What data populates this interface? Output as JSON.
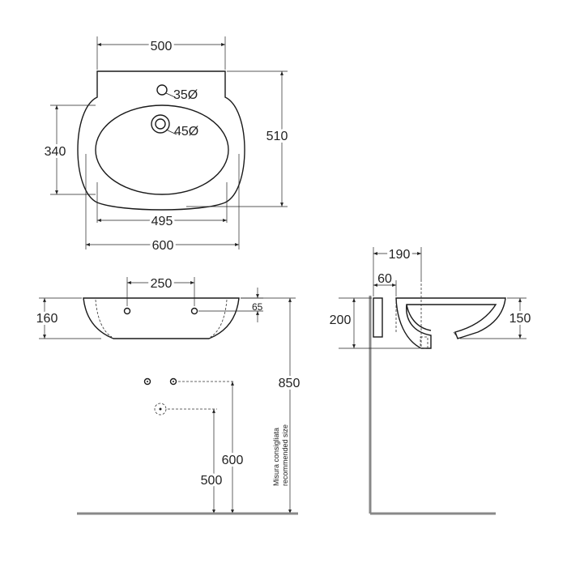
{
  "top_view": {
    "width_top": "500",
    "tap_hole": "35Ø",
    "waste_hole": "45Ø",
    "height_left": "340",
    "height_right": "510",
    "bowl_width": "495",
    "overall_width": "600"
  },
  "front_view": {
    "fixing_spacing": "250",
    "height": "160",
    "fixing_offset": "65"
  },
  "side_view": {
    "depth": "190",
    "wall_offset": "60",
    "height_left": "200",
    "height_right": "150"
  },
  "install": {
    "rim_height": "850",
    "supply_height": "600",
    "waste_height": "500",
    "note_line1": "Misura consigliata",
    "note_line2": "recommended size"
  }
}
